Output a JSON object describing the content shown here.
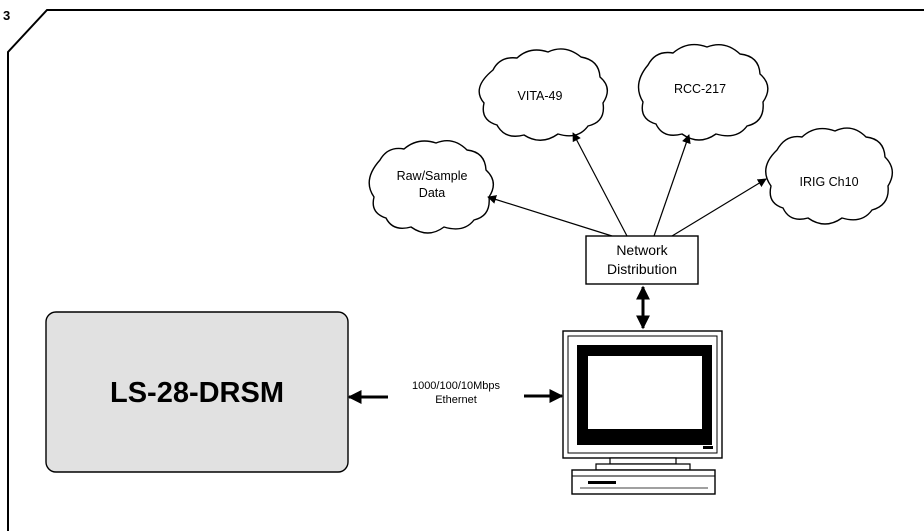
{
  "page_number": "3",
  "clouds": {
    "vita": "VITA-49",
    "rcc": "RCC-217",
    "raw_line1": "Raw/Sample",
    "raw_line2": "Data",
    "irig": "IRIG Ch10"
  },
  "network_box": {
    "line1": "Network",
    "line2": "Distribution"
  },
  "device": {
    "label": "LS-28-DRSM"
  },
  "link": {
    "line1": "1000/100/10Mbps",
    "line2": "Ethernet"
  },
  "colors": {
    "device_fill": "#e1e1e1",
    "stroke": "#000000"
  }
}
